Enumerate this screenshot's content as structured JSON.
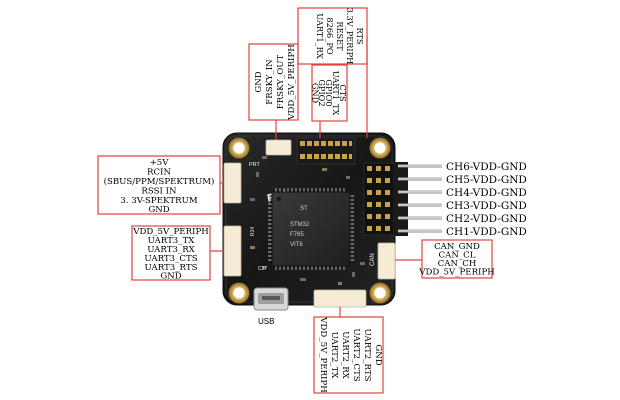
{
  "diagram": {
    "board": {
      "silkscreen": "R14",
      "chip_marking": [
        "STM32",
        "F765",
        "VIT6"
      ],
      "usb_label": "USB",
      "can_label": "CAN"
    },
    "connectors": {
      "top_left": [
        "GND",
        "FRSKY_IN",
        "FRSKY_OUT",
        "VDD_5V_PERIPH"
      ],
      "top_uart1": [
        "CTS",
        "UART1_TX",
        "GPIO0",
        "GPIO2",
        "GND"
      ],
      "top_right": [
        "RTS",
        "3.3V_PERIPH",
        "RESET",
        "8266_PO",
        "UART1_RX"
      ],
      "left_rc": [
        "+5V",
        "RCIN",
        "(SBUS/PPM/SPEKTRUM)",
        "RSSI IN",
        "3. 3V-SPEKTRUM",
        "GND"
      ],
      "left_uart3": [
        "VDD_5V_PERIPH",
        "UART3_TX",
        "UART3_RX",
        "UART3_CTS",
        "UART3_RTS",
        "GND"
      ],
      "right_can": [
        "CAN_GND",
        "CAN_CL",
        "CAN_CH",
        "VDD_5V_PERIPH"
      ],
      "bottom_uart2": [
        "GND",
        "UART2_RTS",
        "UART2_CTS",
        "UART2_RX",
        "UART2_TX",
        "VDD_5V_PERIPH"
      ],
      "pwm_channels": [
        "CH6-VDD-GND",
        "CH5-VDD-GND",
        "CH4-VDD-GND",
        "CH3-VDD-GND",
        "CH2-VDD-GND",
        "CH1-VDD-GND"
      ]
    },
    "colors": {
      "callout_red": "#e0423c",
      "pcb": "#1b1b1b",
      "pad_gold": "#c9a24a",
      "connector_cream": "#f6ecd6"
    }
  }
}
